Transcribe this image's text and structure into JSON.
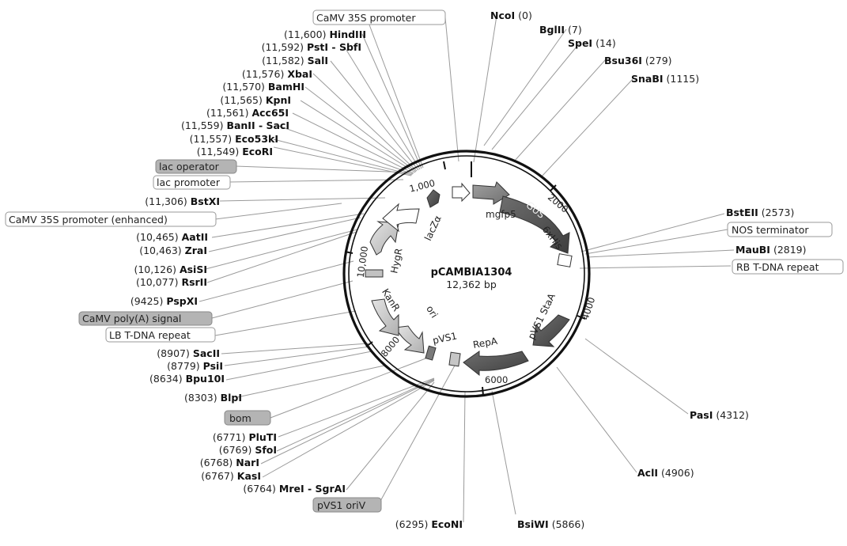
{
  "plasmid": {
    "name": "pCAMBIA1304",
    "size": "12,362 bp"
  },
  "sites": [
    {
      "name": "HindIII",
      "pos": "(11,600)"
    },
    {
      "name": "PstI - SbfI",
      "pos": "(11,592)"
    },
    {
      "name": "SalI",
      "pos": "(11,582)"
    },
    {
      "name": "XbaI",
      "pos": "(11,576)"
    },
    {
      "name": "BamHI",
      "pos": "(11,570)"
    },
    {
      "name": "KpnI",
      "pos": "(11,565)"
    },
    {
      "name": "Acc65I",
      "pos": "(11,561)"
    },
    {
      "name": "BanII - SacI",
      "pos": "(11,559)"
    },
    {
      "name": "Eco53kI",
      "pos": "(11,557)"
    },
    {
      "name": "EcoRI",
      "pos": "(11,549)"
    },
    {
      "name": "BstXI",
      "pos": "(11,306)"
    },
    {
      "name": "AatII",
      "pos": "(10,465)"
    },
    {
      "name": "ZraI",
      "pos": "(10,463)"
    },
    {
      "name": "AsiSI",
      "pos": "(10,126)"
    },
    {
      "name": "RsrII",
      "pos": "(10,077)"
    },
    {
      "name": "PspXI",
      "pos": "(9425)"
    },
    {
      "name": "SacII",
      "pos": "(8907)"
    },
    {
      "name": "PsiI",
      "pos": "(8779)"
    },
    {
      "name": "Bpu10I",
      "pos": "(8634)"
    },
    {
      "name": "BlpI",
      "pos": "(8303)"
    },
    {
      "name": "PluTI",
      "pos": "(6771)"
    },
    {
      "name": "SfoI",
      "pos": "(6769)"
    },
    {
      "name": "NarI",
      "pos": "(6768)"
    },
    {
      "name": "KasI",
      "pos": "(6767)"
    },
    {
      "name": "MreI - SgrAI",
      "pos": "(6764)"
    },
    {
      "name": "EcoNI",
      "pos": "(6295)"
    },
    {
      "name": "BsiWI",
      "pos": "(5866)"
    },
    {
      "name": "AclI",
      "pos": "(4906)"
    },
    {
      "name": "PasI",
      "pos": "(4312)"
    },
    {
      "name": "MauBI",
      "pos": "(2819)"
    },
    {
      "name": "BstEII",
      "pos": "(2573)"
    },
    {
      "name": "SnaBI",
      "pos": "(1115)"
    },
    {
      "name": "Bsu36I",
      "pos": "(279)"
    },
    {
      "name": "SpeI",
      "pos": "(14)"
    },
    {
      "name": "BglII",
      "pos": "(7)"
    },
    {
      "name": "NcoI",
      "pos": "(0)"
    }
  ],
  "feature_labels": {
    "camv35s_top": "CaMV 35S promoter",
    "lac_operator": "lac operator",
    "lac_promoter": "lac promoter",
    "camv35s_enh": "CaMV 35S promoter (enhanced)",
    "camv_polya": "CaMV poly(A) signal",
    "lb_repeat": "LB T-DNA repeat",
    "bom": "bom",
    "pvs1_oriv": "pVS1 oriV",
    "nos_term": "NOS terminator",
    "rb_repeat": "RB T-DNA repeat"
  },
  "inner_labels": {
    "lacza": "lacZα",
    "mgfp5": "mgfp5",
    "gus": "GUS",
    "sixhis": "6xHis",
    "hygr": "HygR",
    "kanr": "KanR",
    "ori": "ori",
    "pvs1": "pVS1",
    "repa": "RepA",
    "sta": "pVS1 StaA"
  },
  "ticks": {
    "t1000": "1,000",
    "t2000": "2000",
    "t4000": "4000",
    "t6000": "6000",
    "t8000": "8000",
    "t10000": "10,000"
  },
  "colors": {
    "backbone": "#111111",
    "feature_dark": "#555555",
    "feature_mid": "#8a8a8a",
    "feature_light": "#c8c8c8",
    "box_gray": "#b4b4b4"
  }
}
